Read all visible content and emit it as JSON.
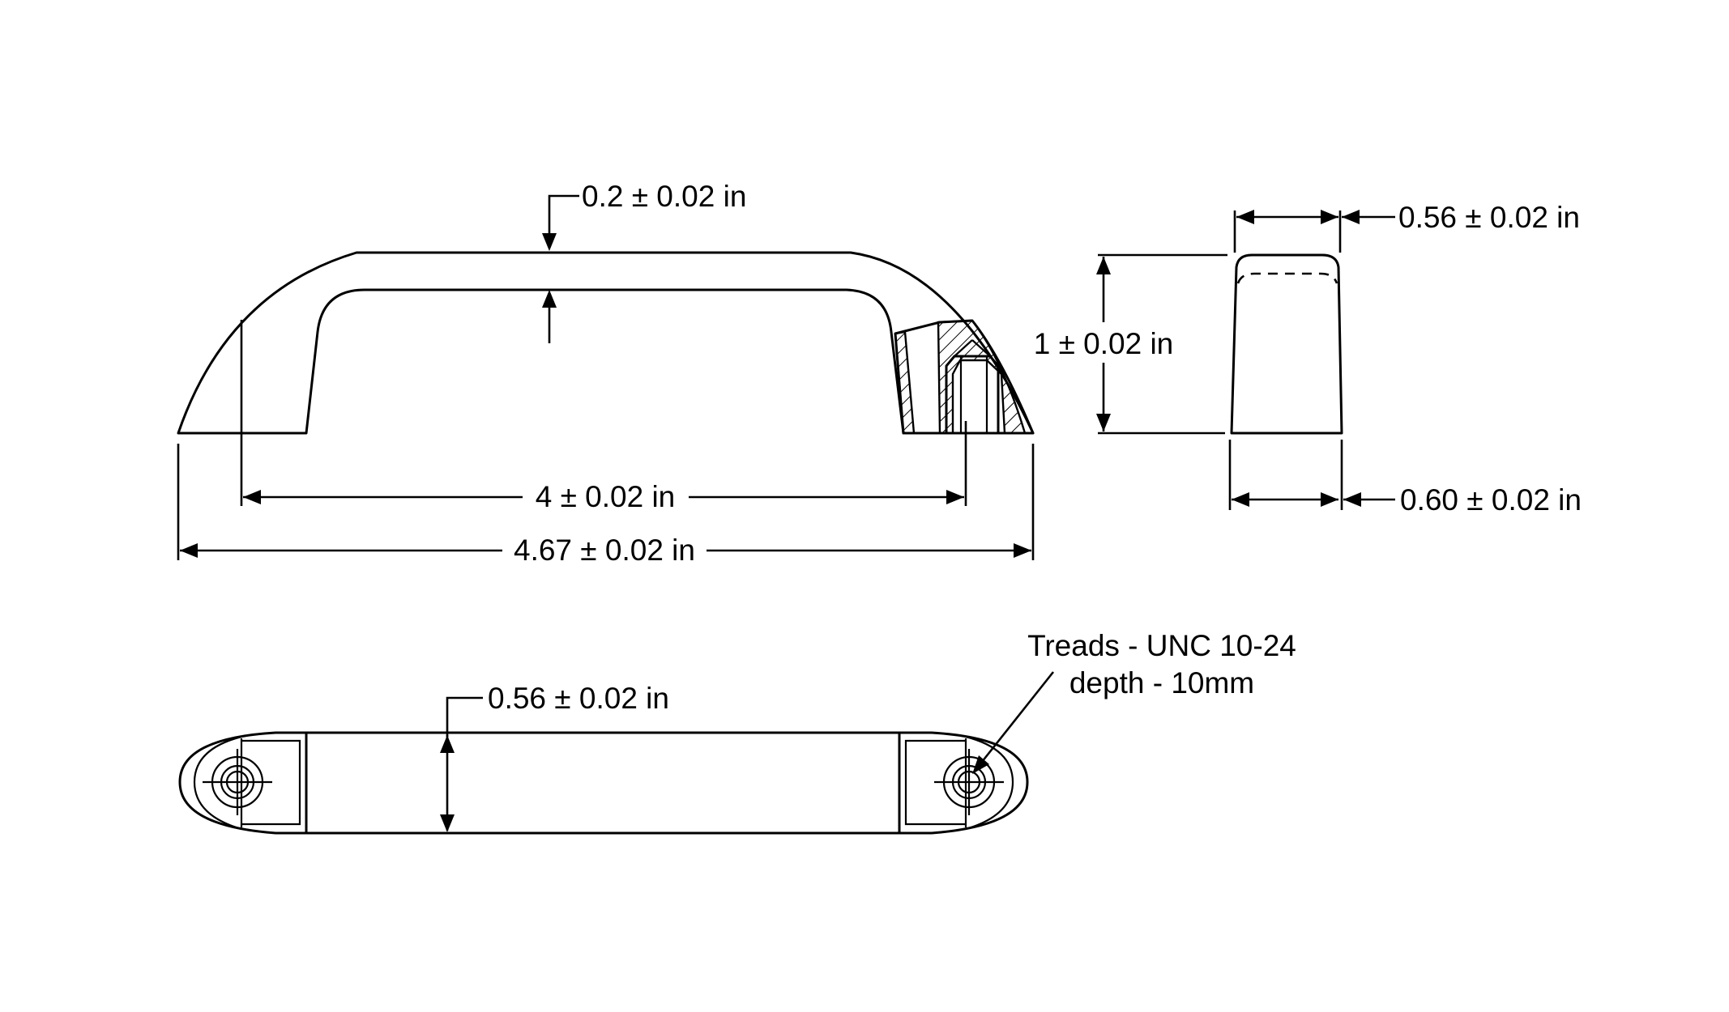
{
  "side_view": {
    "top_thickness_label": "0.2 ± 0.02 in",
    "hole_spacing_label": "4 ± 0.02 in",
    "overall_length_label": "4.67 ± 0.02 in"
  },
  "end_view": {
    "top_width_label": "0.56 ± 0.02 in",
    "height_label": "1 ± 0.02 in",
    "bottom_width_label": "0.60 ± 0.02 in"
  },
  "top_view": {
    "width_label": "0.56 ± 0.02 in",
    "thread_note_line1": "Treads - UNC 10-24",
    "thread_note_line2": "depth - 10mm"
  }
}
